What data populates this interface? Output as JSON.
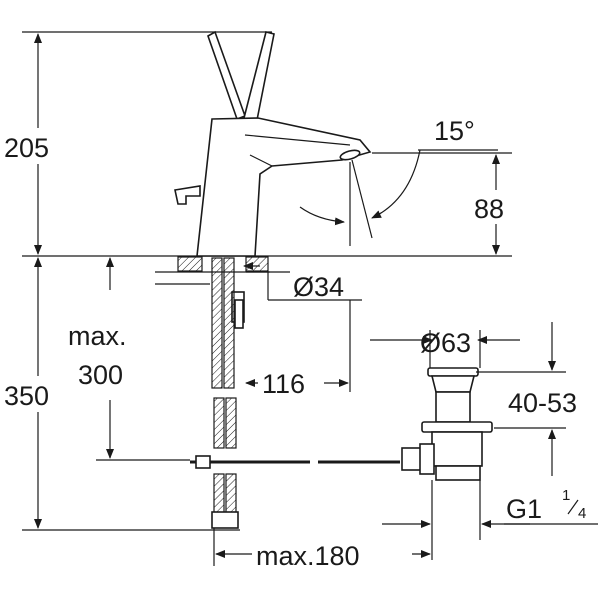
{
  "dimensions": {
    "height_top": "205",
    "angle": "15°",
    "spout_height": "88",
    "hole_dia": "Ø34",
    "max_label": "max.",
    "max_value": "300",
    "depth_total": "350",
    "offset": "116",
    "waste_dia": "Ø63",
    "waste_range": "40-53",
    "thread": "G1",
    "thread_num": "1",
    "thread_den": "4",
    "max_width": "max.180"
  }
}
